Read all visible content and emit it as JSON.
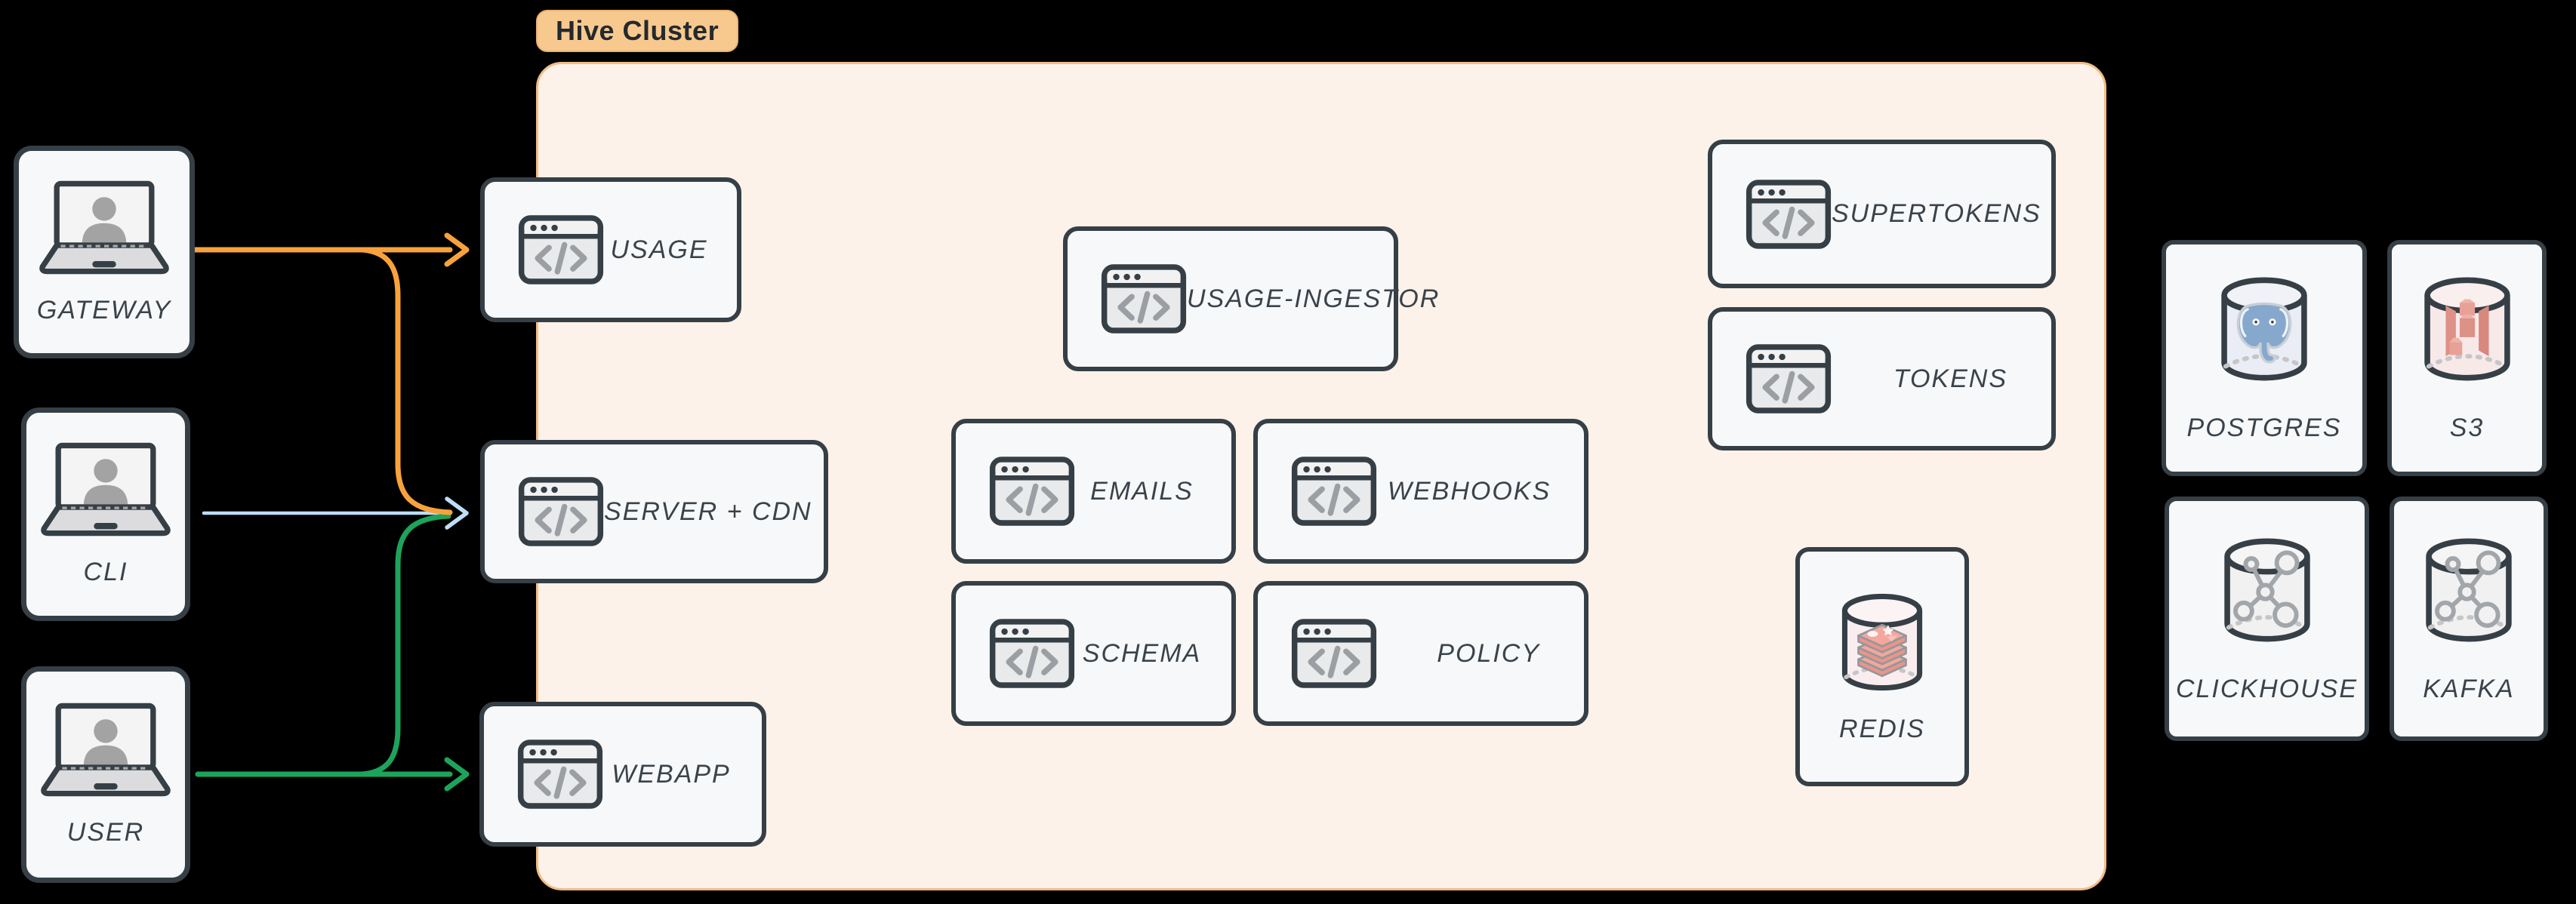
{
  "cluster": {
    "label": "Hive Cluster"
  },
  "clients": {
    "gateway": {
      "label": "GATEWAY"
    },
    "cli": {
      "label": "CLI"
    },
    "user": {
      "label": "USER"
    }
  },
  "services": {
    "usage": {
      "label": "USAGE"
    },
    "server_cdn": {
      "label": "SERVER + CDN"
    },
    "webapp": {
      "label": "WEBAPP"
    },
    "usage_ingestor": {
      "label": "USAGE-INGESTOR"
    },
    "emails": {
      "label": "EMAILS"
    },
    "webhooks": {
      "label": "WEBHOOKS"
    },
    "schema": {
      "label": "SCHEMA"
    },
    "policy": {
      "label": "POLICY"
    },
    "supertokens": {
      "label": "SUPERTOKENS"
    },
    "tokens": {
      "label": "TOKENS"
    },
    "redis": {
      "label": "REDIS"
    }
  },
  "datastores": {
    "postgres": {
      "label": "POSTGRES"
    },
    "s3": {
      "label": "S3"
    },
    "clickhouse": {
      "label": "CLICKHOUSE"
    },
    "kafka": {
      "label": "KAFKA"
    }
  },
  "edges": [
    {
      "from": "GATEWAY",
      "to": "USAGE",
      "color": "#F9A23C"
    },
    {
      "from": "GATEWAY",
      "to": "SERVER + CDN",
      "color": "#F9A23C"
    },
    {
      "from": "CLI",
      "to": "SERVER + CDN",
      "color": "#BEDDF8"
    },
    {
      "from": "USER",
      "to": "SERVER + CDN",
      "color": "#1CA45B"
    },
    {
      "from": "USER",
      "to": "WEBAPP",
      "color": "#1CA45B"
    }
  ],
  "colors": {
    "background": "#000000",
    "cluster_bg": "#FCF2E9",
    "cluster_border": "#F2BC86",
    "badge_bg": "#F7C98E",
    "node_bg": "#F7F8F9",
    "node_border": "#363F46",
    "text": "#3A434B",
    "arrow_orange": "#F9A23C",
    "arrow_blue": "#BEDDF8",
    "arrow_green": "#1CA45B"
  }
}
